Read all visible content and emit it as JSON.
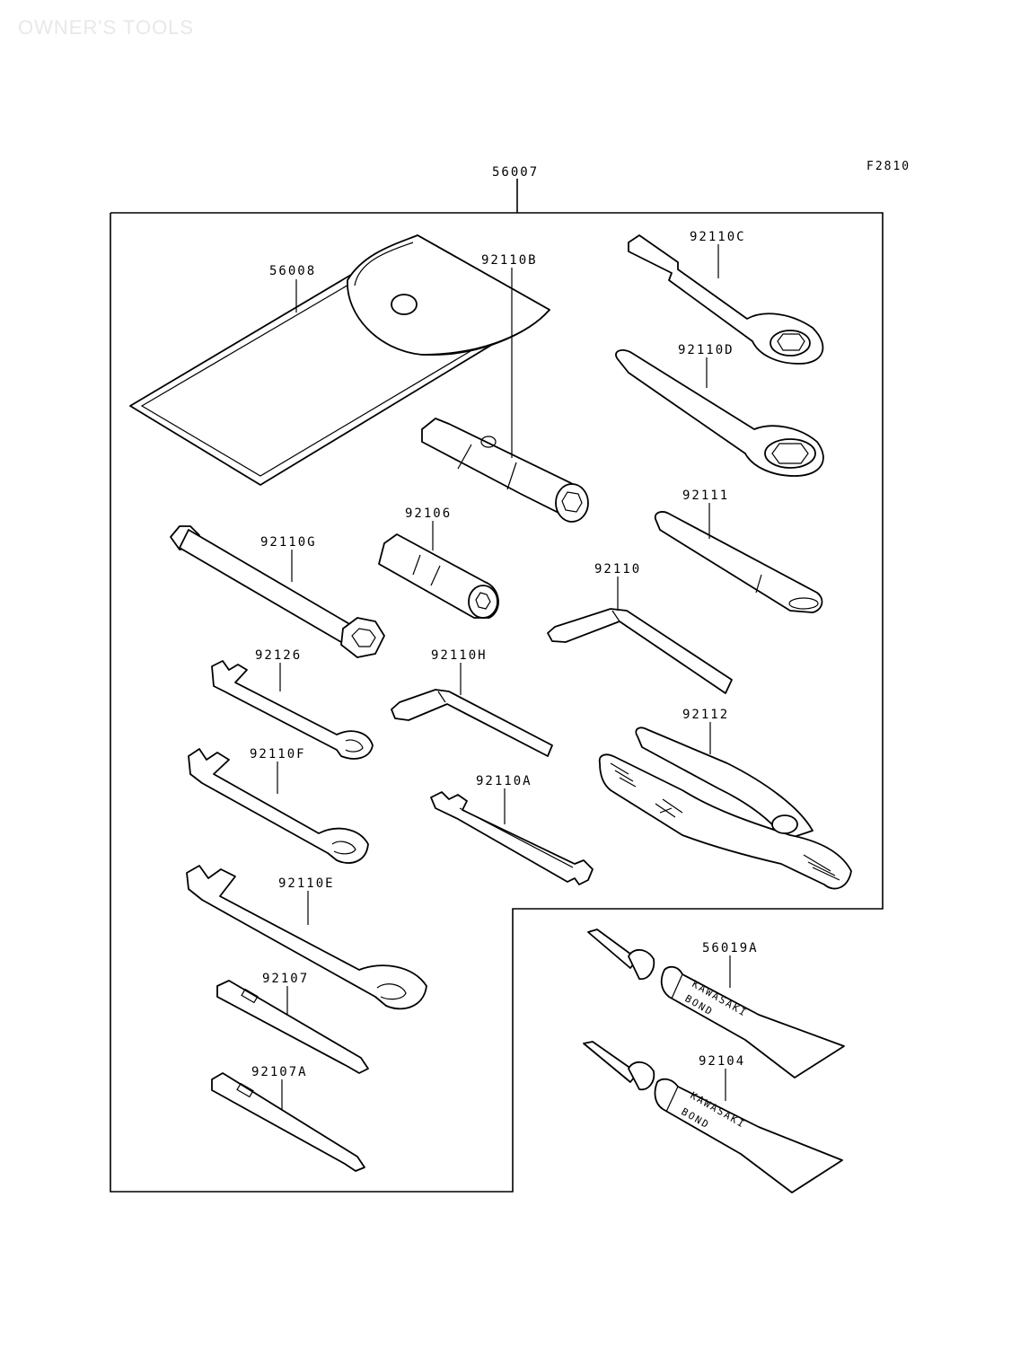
{
  "page": {
    "title": "OWNER'S TOOLS",
    "figure_code": "F2810"
  },
  "labels": {
    "p56007": "56007",
    "p56008": "56008",
    "p92110C": "92110C",
    "p92110D": "92110D",
    "p92110B": "92110B",
    "p92111": "92111",
    "p92106": "92106",
    "p92110G": "92110G",
    "p92110": "92110",
    "p92126": "92126",
    "p92110H": "92110H",
    "p92112": "92112",
    "p92110F": "92110F",
    "p92110A": "92110A",
    "p92110E": "92110E",
    "p56019A": "56019A",
    "p92107": "92107",
    "p92104": "92104",
    "p92107A": "92107A",
    "bond1": "KAWASAKI",
    "bond1b": "BOND",
    "bond2": "KAWASAKI",
    "bond2b": "BOND"
  }
}
